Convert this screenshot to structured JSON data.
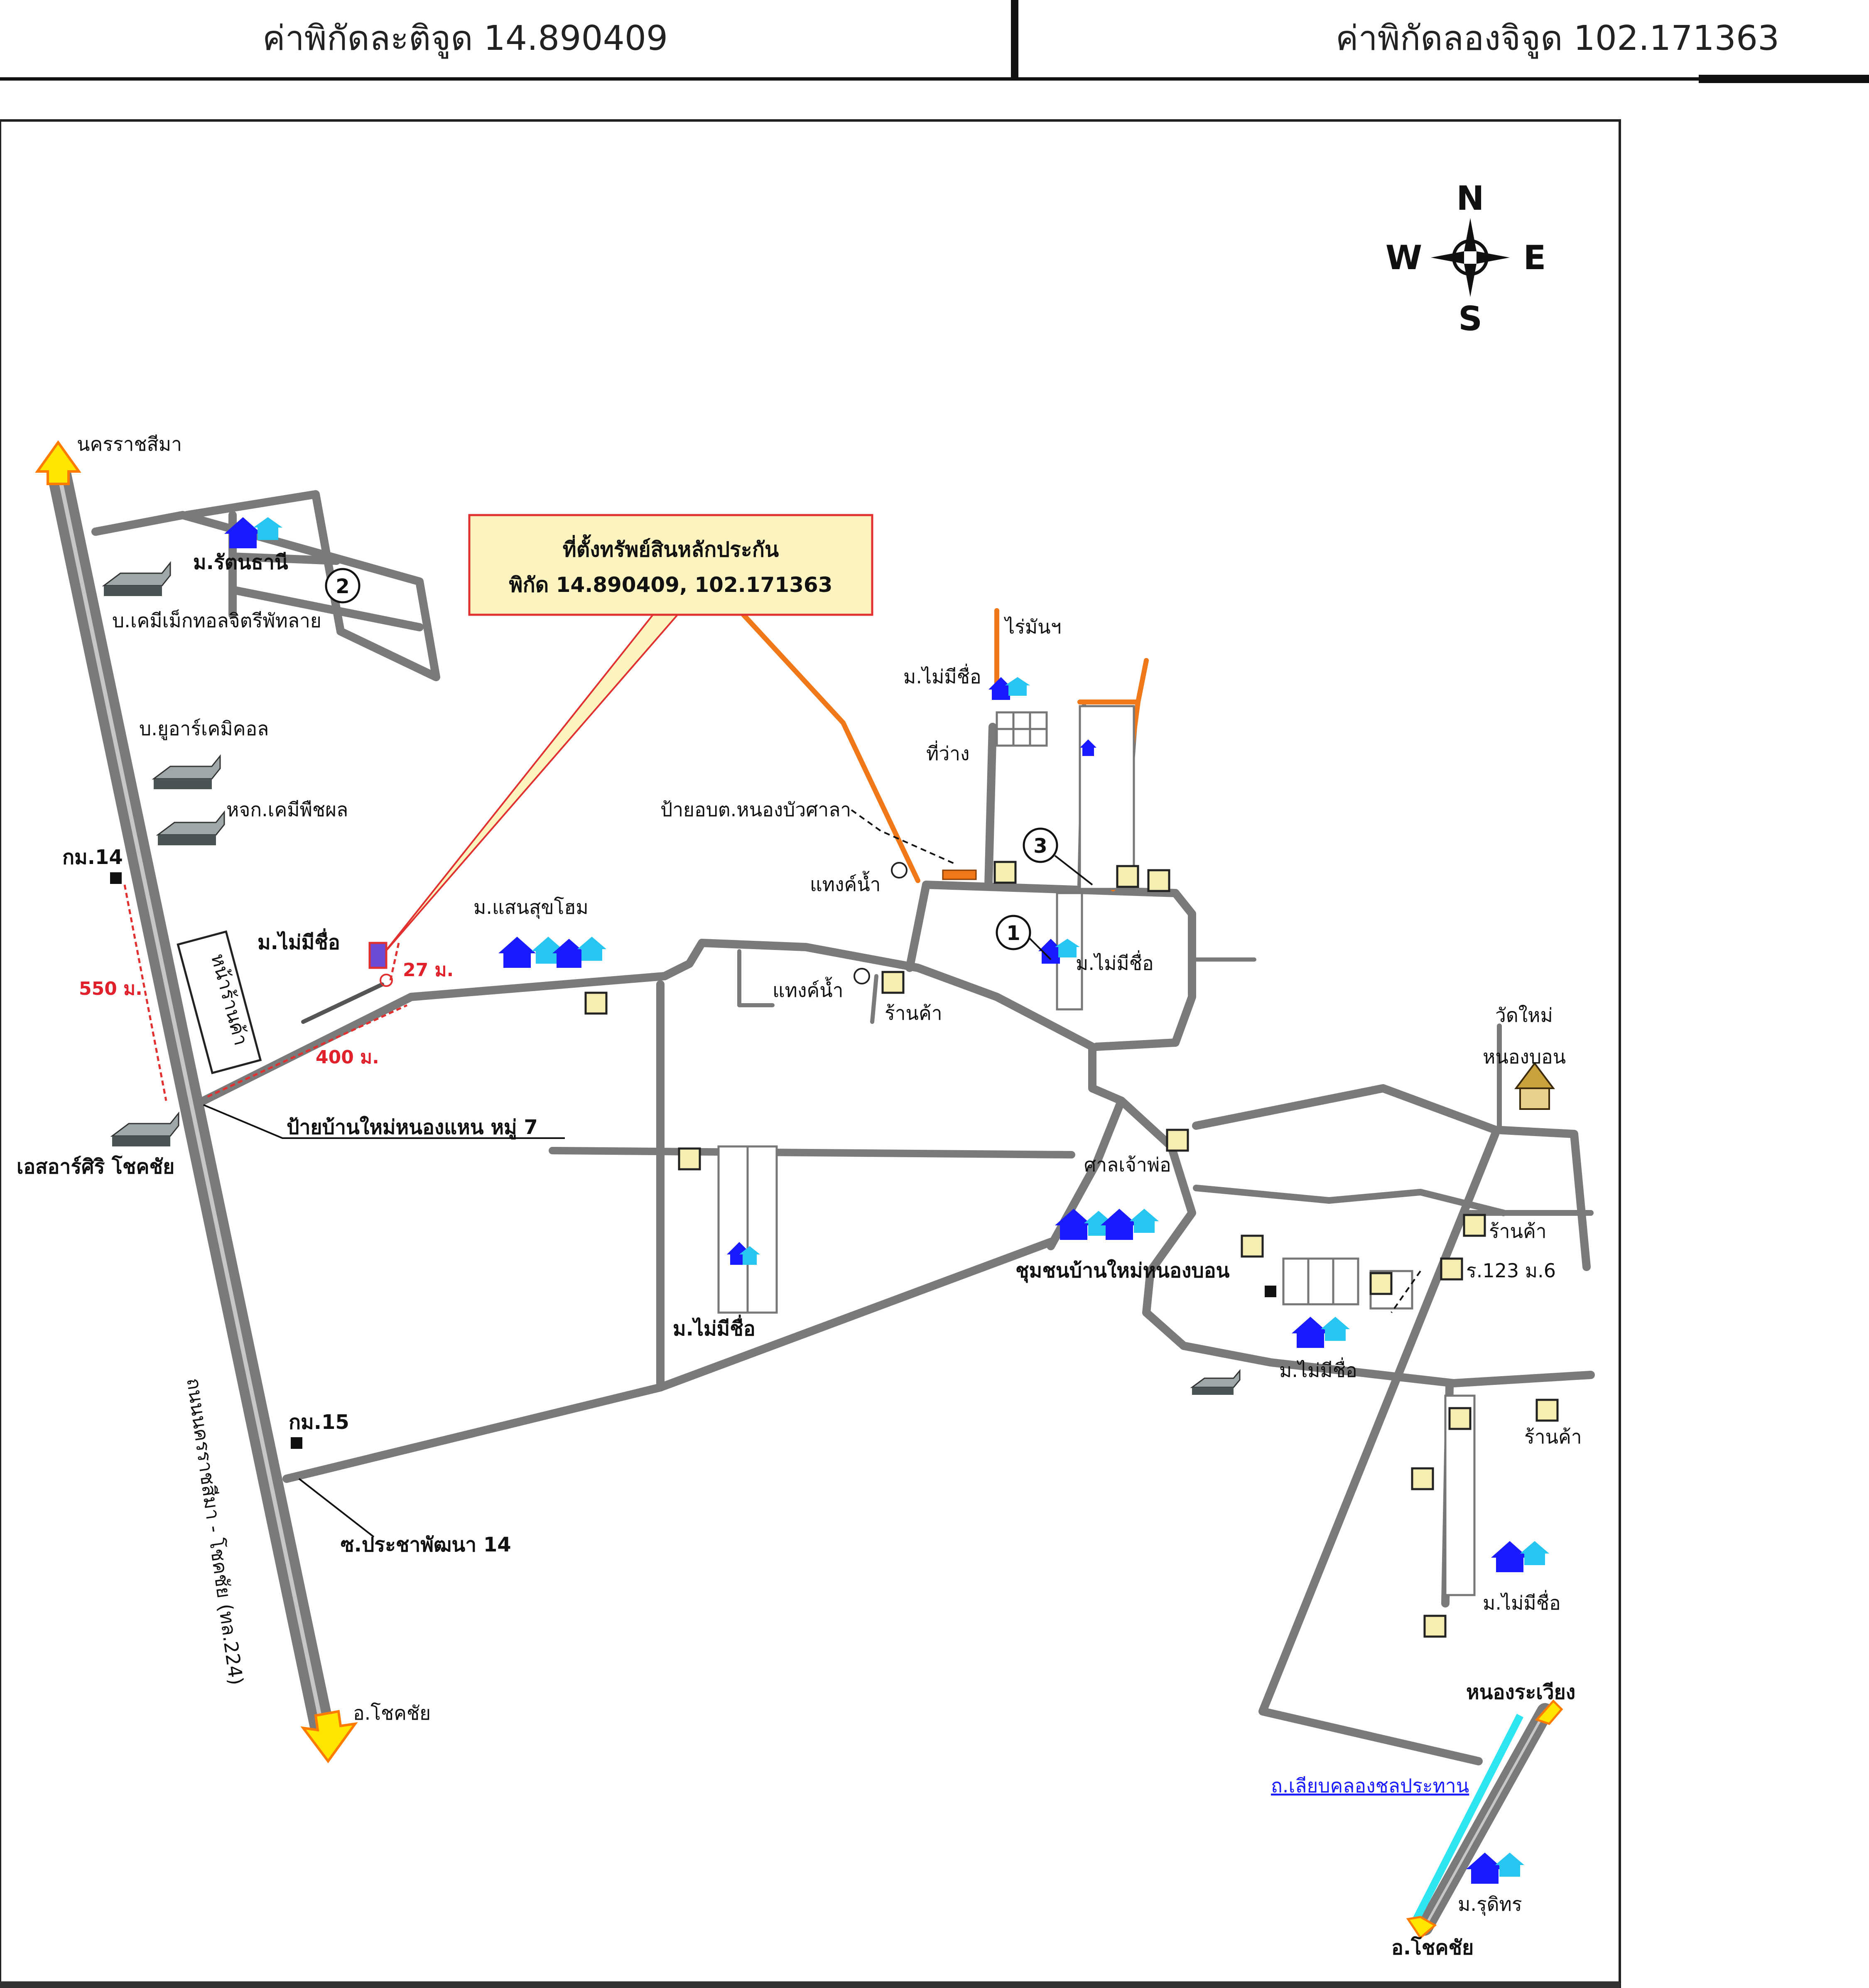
{
  "header": {
    "latitude_label": "ค่าพิกัดละติจูด 14.890409",
    "longitude_label": "ค่าพิกัดลองจิจูด 102.171363"
  },
  "callout": {
    "title": "ที่ตั้งทรัพย์สินหลักประกัน",
    "coords": "พิกัด 14.890409, 102.171363"
  },
  "compass": {
    "n": "N",
    "s": "S",
    "e": "E",
    "w": "W"
  },
  "labels": {
    "nakhon": "นครราชสีมา",
    "chokchai_sw": "อ.โชคชัย",
    "chokchai_se": "อ.โชคชัย",
    "highway": "ถนนนครราชสีมา - โชคชัย (ทล.224)",
    "km14": "กม.14",
    "km15": "กม.15",
    "dist550": "550 ม.",
    "dist400": "400 ม.",
    "dist27": "27 ม.",
    "no_name_left": "ม.ไม่มีชื่อ",
    "rat_village": "ม.รัตนธานี",
    "chem_co": "บ.เคมีเม็กทอลจิตรีพัทลาย",
    "u_chem": "บ.ยูอาร์เคมิคอล",
    "kemi_store": "หจก.เคมีพืชผล",
    "sansuk": "ม.แสนสุขโฮม",
    "sign_tall": "หน้าร้านค้า",
    "sign_village": "ป้ายบ้านใหม่หนองแหน หมู่ 7",
    "rs_chokchai": "เอสอาร์ศิริ โชคชัย",
    "prachapattana": "ซ.ประชาพัฒนา 14",
    "rai_man": "ไร่มันฯ",
    "no_name_top": "ม.ไม่มีชื่อ",
    "vacant": "ที่ว่าง",
    "obt_sign": "ป้ายอบต.หนองบัวศาลา",
    "water_tank1": "แทงค์น้ำ",
    "water_tank2": "แทงค์น้ำ",
    "shop1": "ร้านค้า",
    "no_name_center": "ม.ไม่มีชื่อ",
    "wat_1": "วัดใหม่",
    "wat_2": "หนองบอน",
    "shrine": "ศาลเจ้าพ่อ",
    "community": "ชุมชนบ้านใหม่หนองบอน",
    "shop2": "ร้านค้า",
    "addr123": "ร.123 ม.6",
    "no_name_mid": "ม.ไม่มีชื่อ",
    "no_name_bot": "ม.ไม่มีชื่อ",
    "no_name_right": "ม.ไม่มีชื่อ",
    "shop3": "ร้านค้า",
    "nong_ra": "หนองระเวียง",
    "canal": "ถ.เลียบคลองชลประทาน",
    "rudi": "ม.รุดิทร",
    "m1": "1",
    "m2": "2",
    "m3": "3"
  },
  "colors": {
    "road": "#7a7a7a",
    "house_dark": "#1a1aff",
    "house_light": "#26c6f0",
    "callout_fill": "#fbf4c0",
    "callout_border": "#e23030",
    "arrow_yellow": "#ffe600",
    "arrow_orange": "#ff7a00",
    "orange_road": "#f07818",
    "canal": "#2ee6f2"
  }
}
